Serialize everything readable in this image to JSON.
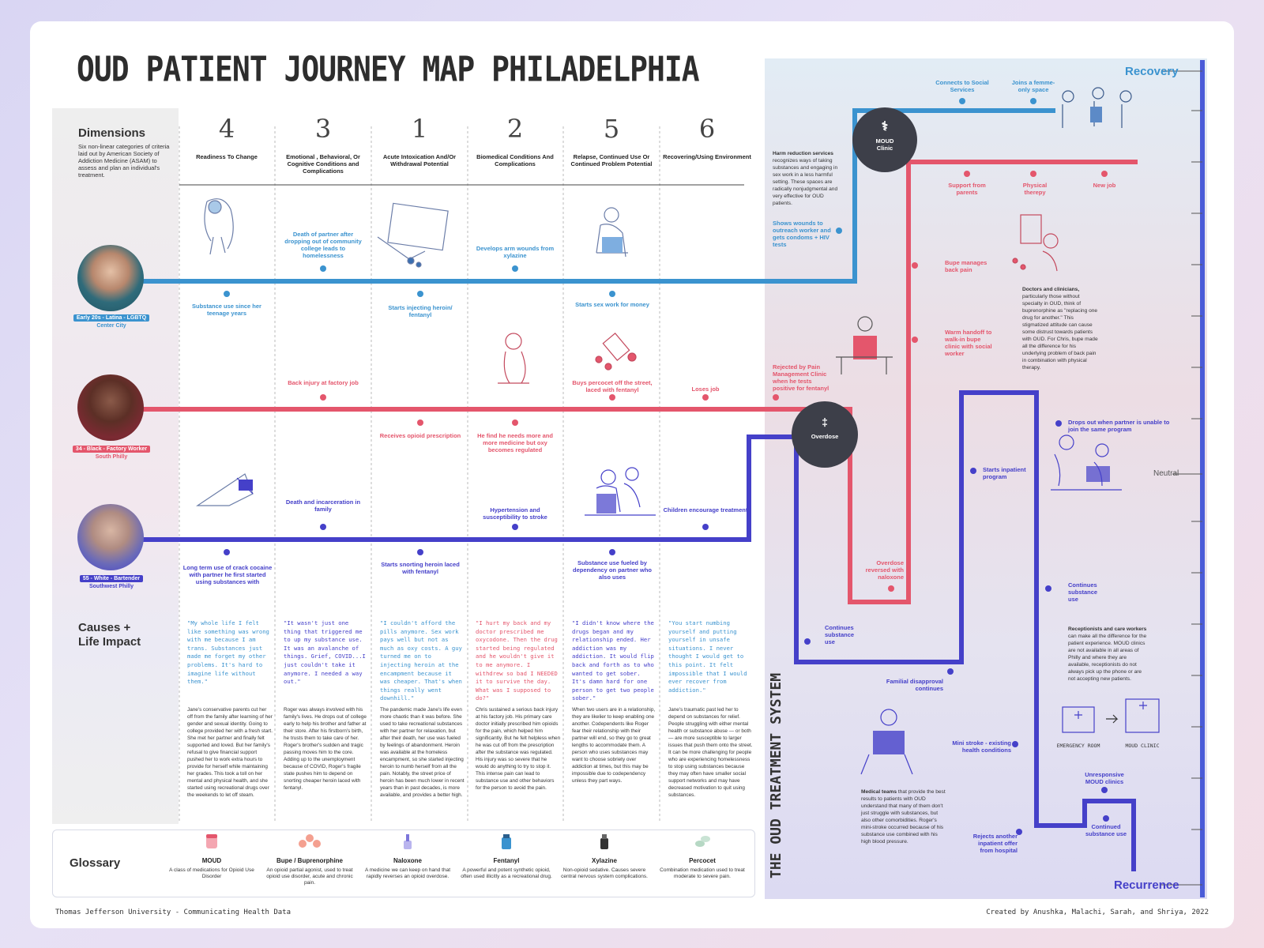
{
  "title": "OUD PATIENT JOURNEY MAP PHILADELPHIA",
  "dimensions": {
    "heading": "Dimensions",
    "description": "Six non-linear categories of criteria laid out by American Society of Addiction Medicine (ASAM) to assess and plan an individual's treatment.",
    "causes_heading_1": "Causes +",
    "causes_heading_2": "Life Impact"
  },
  "columns": [
    {
      "number": "4",
      "heading": "Readiness To Change"
    },
    {
      "number": "3",
      "heading": "Emotional , Behavioral, Or Cognitive Conditions and Complications"
    },
    {
      "number": "1",
      "heading": "Acute Intoxication And/Or Withdrawal Potential"
    },
    {
      "number": "2",
      "heading": "Biomedical Conditions And Complications"
    },
    {
      "number": "5",
      "heading": "Relapse, Continued Use Or Continued Problem Potential"
    },
    {
      "number": "6",
      "heading": "Recovering/Using Environment"
    }
  ],
  "personas": [
    {
      "badge": "Early 20s - Latina - LGBTQ",
      "place": "Center City",
      "color": "#3b93cf"
    },
    {
      "badge": "34 - Black - Factory Worker",
      "place": "South Philly",
      "color": "#e4566c"
    },
    {
      "badge": "55 - White - Bartender",
      "place": "Southwest Philly",
      "color": "#4540c9"
    }
  ],
  "events": {
    "jane_top": [
      "Death of partner after dropping out of community college leads to homelessness",
      "Develops arm wounds from xylazine"
    ],
    "jane_bottom": [
      "Substance use since her teenage years",
      "Starts injecting heroin/ fentanyl",
      "Starts sex work for money"
    ],
    "chris_top": [
      "Back injury at factory job",
      "Buys percocet off the street, laced with fentanyl",
      "Loses job"
    ],
    "chris_bottom": [
      "Receives opioid prescription",
      "He find he needs more and more medicine but oxy becomes regulated"
    ],
    "roger_top": [
      "Death and incarceration in family",
      "Hypertension and susceptibility to stroke",
      "Children encourage treatment"
    ],
    "roger_bottom": [
      "Long term use of crack cocaine with partner he first started using substances with",
      "Starts snorting heroin laced with fentanyl",
      "Substance use fueled by dependency on partner who also uses"
    ]
  },
  "quotes": [
    "\"My whole life I felt like something was wrong with me because I am trans. Substances just made me forget my other problems. It's hard to imagine life without them.\"",
    "\"It wasn't just one thing that triggered me to up my substance use. It was an avalanche of things. Grief, COVID...I just couldn't take it anymore. I needed a way out.\"",
    "\"I couldn't afford the pills anymore. Sex work pays well but not as much as oxy costs. A guy turned me on to injecting heroin at the encampment because it was cheaper. That's when things really went downhill.\"",
    "\"I hurt my back and my doctor prescribed me oxycodone. Then the drug started being regulated and he wouldn't give it to me anymore. I withdrew so bad I NEEDED it to survive the day. What was I supposed to do?\"",
    "\"I didn't know where the drugs began and my relationship ended. Her addiction was my addiction. It would flip back and forth as to who wanted to get sober. It's damn hard for one person to get two people sober.\"",
    "\"You start numbing yourself and putting yourself in unsafe situations. I never thought I would get to this point. It felt impossible that I would ever recover from addiction.\""
  ],
  "paragraphs": [
    "Jane's conservative parents cut her off from the family after learning of her gender and sexual identity. Going to college provided her with a fresh start. She met her partner and finally felt supported and loved. But her family's refusal to give financial support pushed her to work extra hours to provide for herself while maintaining her grades. This took a toll on her mental and physical health, and she started using recreational drugs over the weekends to let off steam.",
    "Roger was always involved with his family's lives. He drops out of college early to help his brother and father at their store. After his firstborn's birth, he trusts them to take care of her. Roger's brother's sudden and tragic passing moves him to the core. Adding up to the unemployment because of COVID, Roger's fragile state pushes him to depend on snorting cheaper heroin laced with fentanyl.",
    "The pandemic made Jane's life even more chaotic than it was before. She used to take recreational substances with her partner for relaxation, but after their death, her use was fueled by feelings of abandonment. Heroin was available at the homeless encampment, so she started injecting heroin to numb herself from all the pain. Notably, the street price of heroin has been much lower in recent years than in past decades, is more available, and provides a better high.",
    "Chris sustained a serious back injury at his factory job. His primary care doctor initially prescribed him opioids for the pain, which helped him significantly. But he felt helpless when he was cut off from the prescription after the substance was regulated. His injury was so severe that he would do anything to try to stop it. This intense pain can lead to substance use and other behaviors for the person to avoid the pain.",
    "When two users are in a relationship, they are likelier to keep enabling one another. Codependents like Roger fear their relationship with their partner will end, so they go to great lengths to accommodate them. A person who uses substances may want to choose sobriety over addiction at times, but this may be impossible due to codependency unless they part ways.",
    "Jane's traumatic past led her to depend on substances for relief. People struggling with either mental health or substance abuse — or both — are more susceptible to larger issues that push them onto the street. It can be more challenging for people who are experiencing homelessness to stop using substances because they may often have smaller social support networks and may have decreased motivation to quit using substances."
  ],
  "treatment": {
    "vertical_title": "THE OUD TREATMENT SYSTEM",
    "recovery": "Recovery",
    "neutral": "Neutral",
    "recurrence": "Recurrence",
    "moud_clinic_1": "MOUD",
    "moud_clinic_2": "Clinic",
    "overdose": "Overdose",
    "harm_reduction_bold": "Harm reduction services",
    "harm_reduction": "recognizes ways of taking substances and engaging in sex work in a less harmful setting. These spaces are radically nonjudgmental and very effective for OUD patients.",
    "shows_wounds": "Shows wounds to outreach worker and gets condoms + HIV tests",
    "connects": "Connects to Social Services",
    "joins": "Joins a femme-only space",
    "support_parents": "Support from parents",
    "physical_therapy": "Physical therepy",
    "new_job": "New job",
    "bupe_back": "Bupe manages back pain",
    "warm_handoff": "Warm handoff to walk-in bupe clinic with social worker",
    "rejected_pain": "Rejected by Pain Management Clinic when he tests positive for fentanyl",
    "overdose_reversed": "Overdose reversed with naloxone",
    "doctors_bold": "Doctors and clinicians,",
    "doctors": "particularly those without specialty in OUD, think of buprenorphine as \"replacing one drug for another.\" This stigmatized attitude can cause some distrust towards patients with OUD. For Chris, bupe made all the difference for his underlying problem of back pain in combination with physical therapy.",
    "drops_out": "Drops out when partner is unable to join the same program",
    "starts_inpatient": "Starts inpatient program",
    "continues_use_1": "Continues substance use",
    "continues_use_2": "Continues substance use",
    "familial": "Familial disapproval continues",
    "receptionists_bold": "Receptionists and care workers",
    "receptionists": "can make all the difference for the patient experience. MOUD clinics are not available in all areas of Philly and where they are available, receptionists do not always pick up the phone or are not accepting new patients.",
    "er_label": "EMERGENCY ROOM",
    "moud_clinic_label": "MOUD CLINIC",
    "mini_stroke": "Mini stroke - existing health conditions",
    "medical_bold": "Medical teams",
    "medical": "that provide the best results to patients with OUD understand that many of them don't just struggle with substances, but also other comorbidities. Roger's mini-stroke occurred because of his substance use combined with his high blood pressure.",
    "unresponsive": "Unresponsive MOUD clinics",
    "rejects_inpatient": "Rejects another inpatient offer from hospital",
    "continued_use": "Continued substance use"
  },
  "glossary": {
    "heading": "Glossary",
    "items": [
      {
        "name": "MOUD",
        "desc": "A class of medications for Opioid Use Disorder"
      },
      {
        "name": "Bupe / Buprenorphine",
        "desc": "An opioid partial agonist, used to treat opioid use disorder, acute and chronic pain."
      },
      {
        "name": "Naloxone",
        "desc": "A medicine we can keep on hand that rapidly reverses an opioid overdose."
      },
      {
        "name": "Fentanyl",
        "desc": "A powerful and potent synthetic opioid, often used illicitly as a recreational drug."
      },
      {
        "name": "Xylazine",
        "desc": "Non-opioid sedative. Causes severe central nervous system complications."
      },
      {
        "name": "Percocet",
        "desc": "Combination medication used to treat moderate to severe pain."
      }
    ]
  },
  "footer": {
    "left": "Thomas Jefferson University - Communicating Health Data",
    "right": "Created by Anushka, Malachi, Sarah, and Shriya, 2022"
  },
  "colors": {
    "jane": "#3b93cf",
    "chris": "#e4566c",
    "roger": "#4540c9"
  }
}
